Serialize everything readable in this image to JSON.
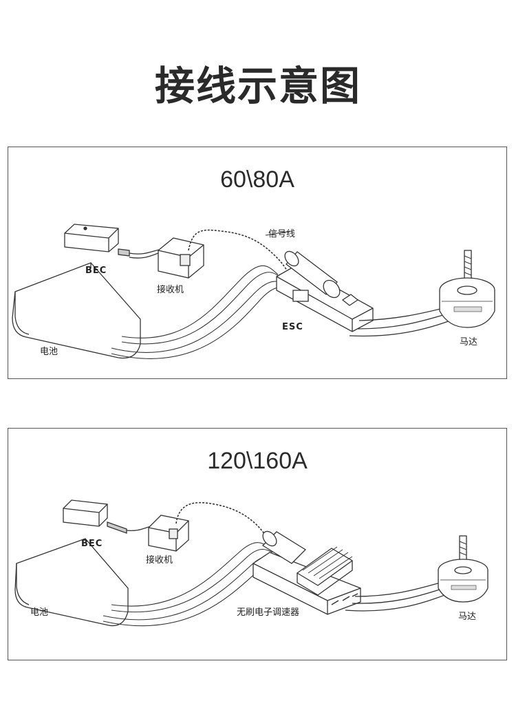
{
  "title": "接线示意图",
  "panels": [
    {
      "heading": "60\\80A",
      "labels": {
        "bec": "BEC",
        "receiver": "接收机",
        "signal_wire": "信号线",
        "esc": "ESC",
        "battery": "电池",
        "motor": "马达"
      }
    },
    {
      "heading": "120\\160A",
      "labels": {
        "bec": "BEC",
        "receiver": "接收机",
        "esc": "无刷电子调速器",
        "battery": "电池",
        "motor": "马达"
      }
    }
  ]
}
